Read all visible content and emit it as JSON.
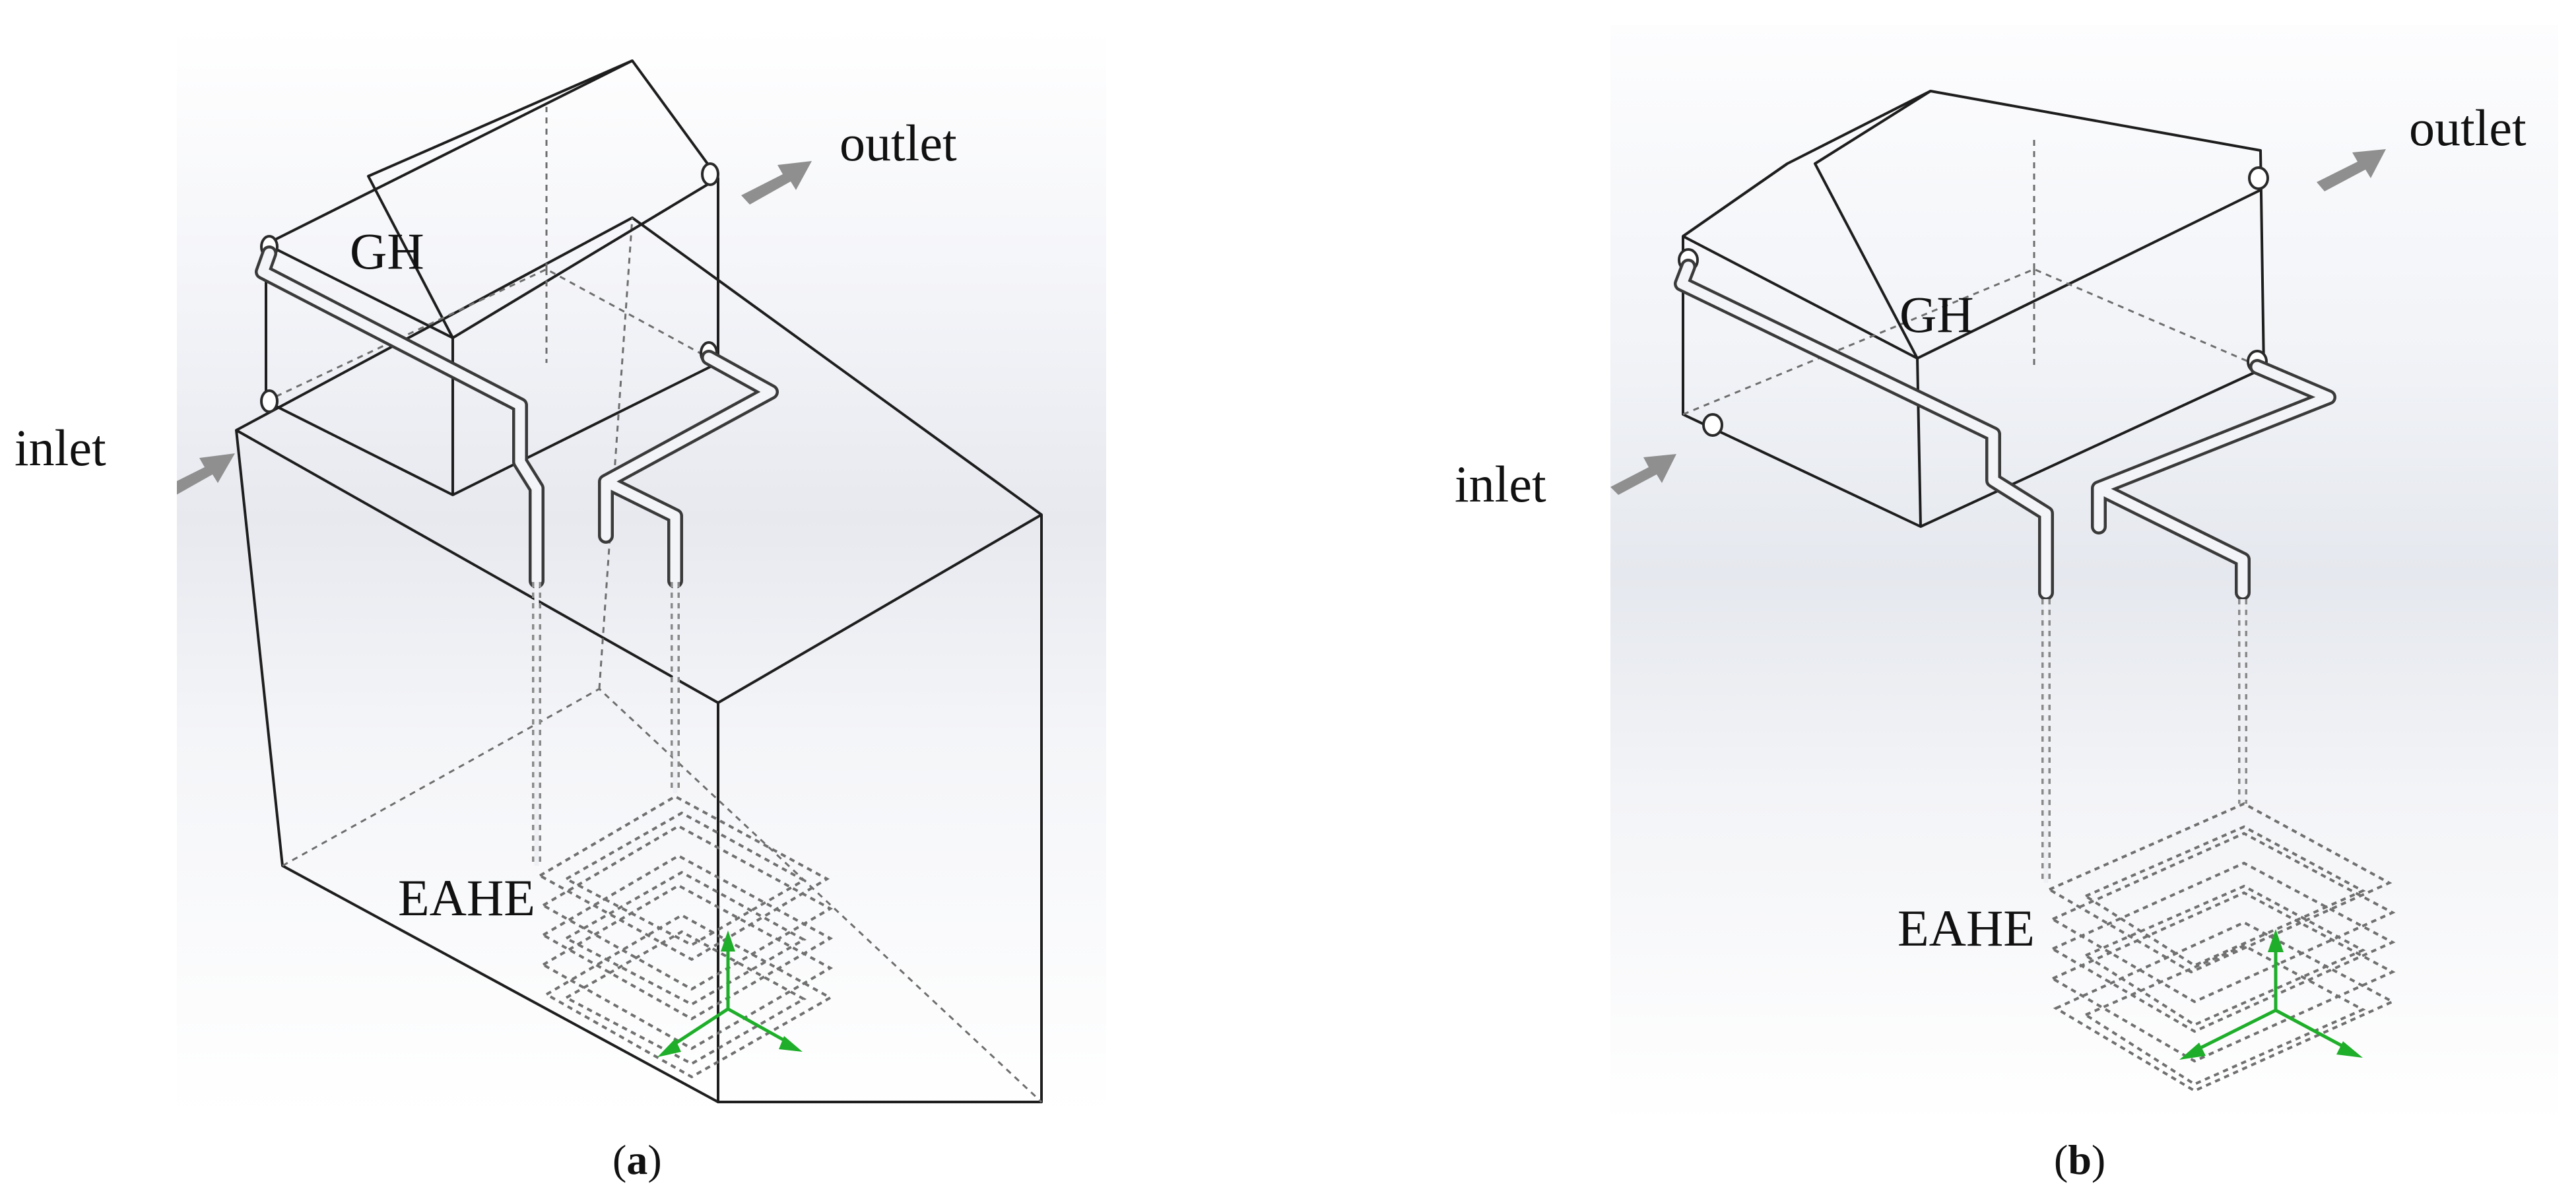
{
  "panels": [
    {
      "id": "a",
      "caption": "(a)",
      "caption_letter": "a",
      "labels": {
        "gh": "GH",
        "inlet": "inlet",
        "outlet": "outlet",
        "eahe": "EAHE"
      }
    },
    {
      "id": "b",
      "caption": "(b)",
      "caption_letter": "b",
      "labels": {
        "gh": "GH",
        "inlet": "inlet",
        "outlet": "outlet",
        "eahe": "EAHE"
      }
    }
  ],
  "colors": {
    "edge": "#1e1e1e",
    "hidden_line": "#6e6e6e",
    "flow_arrow": "#8f8f8f",
    "axis_triad": "#1fae2a"
  },
  "icons": {
    "flow_arrow": "arrow-right-icon",
    "axis": "xyz-axis-triad-icon"
  }
}
